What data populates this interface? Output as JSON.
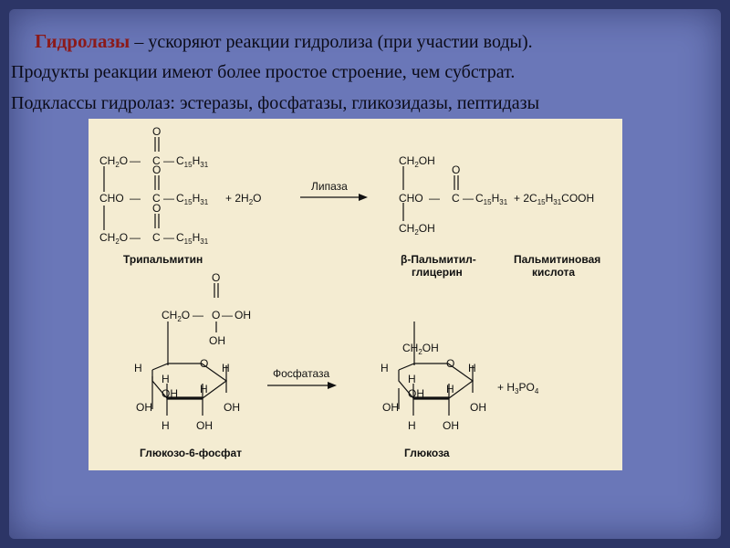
{
  "slide": {
    "title_term": "Гидролазы",
    "title_rest": " – ускоряют реакции гидролиза (при участии воды).",
    "line2": "Продукты реакции имеют более простое строение, чем субстрат.",
    "line3": "Подклассы гидролаз: эстеразы, фосфатазы, гликозидазы, пептидазы"
  },
  "figure": {
    "reaction1": {
      "substrate_name": "Трипальмитин",
      "water": "+ 2H",
      "water_sub": "2",
      "water_tail": "O",
      "enzyme": "Липаза",
      "product1_name_line1": "β-Пальмитил-",
      "product1_name_line2": "глицерин",
      "product2_name_line1": "Пальмитиновая",
      "product2_name_line2": "кислота",
      "product2_formula_prefix": "+ 2C",
      "product2_formula_suffix": "COOH"
    },
    "reaction2": {
      "substrate_name": "Глюкозо-6-фосфат",
      "enzyme": "Фосфатаза",
      "product_name": "Глюкоза",
      "byproduct_prefix": "+ H",
      "byproduct_mid": "PO",
      "byproduct_sub1": "3",
      "byproduct_sub2": "4"
    },
    "atoms": {
      "ch2o": "CH",
      "ch2oh": "CH",
      "cho": "CHO",
      "c": "C",
      "o": "O",
      "oh": "OH",
      "h": "H",
      "c15": "C",
      "sub15": "15",
      "sub31": "31",
      "sub2": "2",
      "o_after": "O",
      "oh_after": "OH"
    }
  }
}
